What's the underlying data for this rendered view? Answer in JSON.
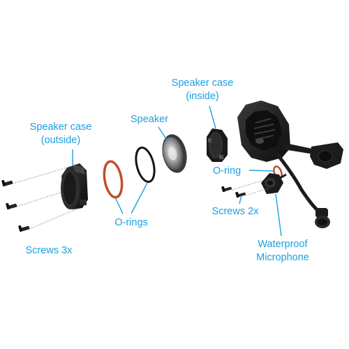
{
  "labels": {
    "speaker_case_outside": [
      "Speaker case",
      "(outside)"
    ],
    "speaker": "Speaker",
    "speaker_case_inside": [
      "Speaker case",
      "(inside)"
    ],
    "o_rings": "O-rings",
    "o_ring": "O-ring",
    "screws_3x": "Screws 3x",
    "screws_2x": "Screws 2x",
    "waterproof_microphone": [
      "Waterproof",
      "Microphone"
    ]
  },
  "colors": {
    "label_text": "#1aa0e0",
    "leader_line": "#1aa0e0",
    "part_dark": "#1c1c1c",
    "o_ring_orange": "#c0502a",
    "o_ring_black": "#151515",
    "speaker_silver": "#a9a9a9"
  }
}
